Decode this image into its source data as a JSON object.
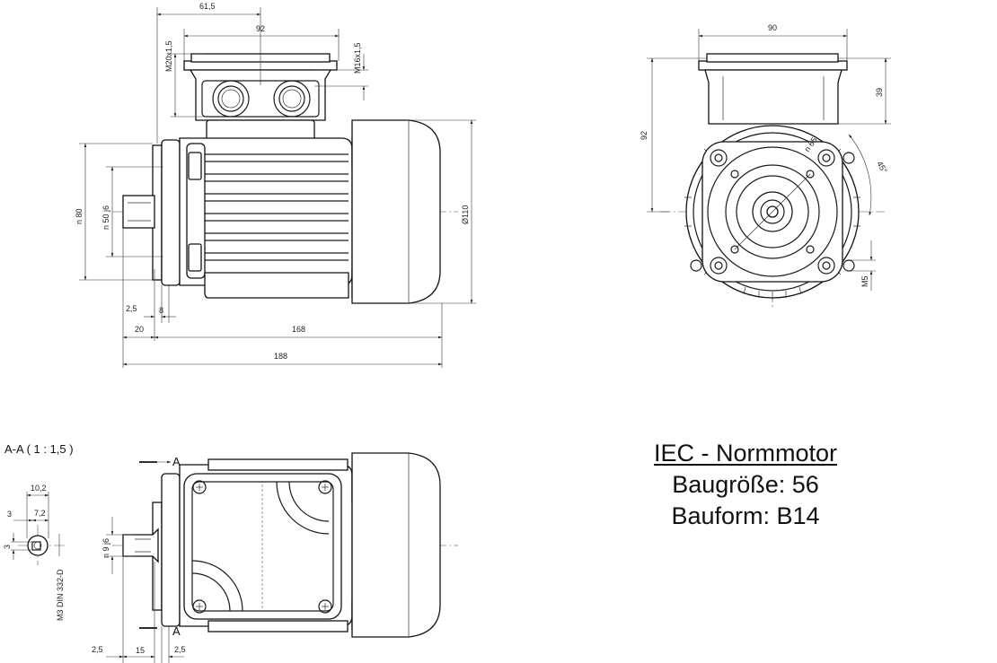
{
  "title_block": {
    "line1": "IEC - Normmotor",
    "line2": "Baugröße: 56",
    "line3": "Bauform: B14"
  },
  "section_label": "A-A ( 1 : 1,5 )",
  "section_marker": "A",
  "dimensions": {
    "side_view": {
      "d61_5": "61,5",
      "d92": "92",
      "m20": "M20x1,5",
      "m16": "M16x1,5",
      "n80": "n 80",
      "n50": "n 50 j6",
      "dia110": "Ø110",
      "d2_5": "2,5",
      "d8": "8",
      "d20": "20",
      "d168": "168",
      "d188": "188"
    },
    "front_view": {
      "d90": "90",
      "d92": "92",
      "d39": "39",
      "n65": "n 65",
      "a45": "45°",
      "m5": "M5"
    },
    "top_view": {
      "n9": "n 9 j6",
      "d2_5a": "2,5",
      "d15": "15",
      "d2_5b": "2,5"
    },
    "section": {
      "d10_2": "10,2",
      "d7_2": "7,2",
      "d3a": "3",
      "d3b": "3",
      "m3": "M3 DIN 332-D"
    }
  }
}
